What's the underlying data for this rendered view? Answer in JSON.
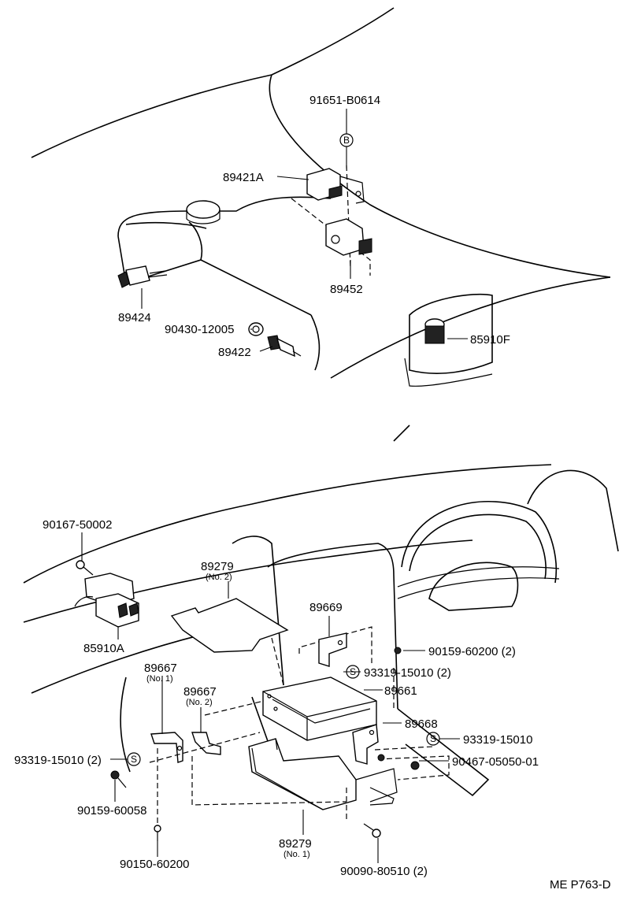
{
  "footer": {
    "ref": "ME P763-D"
  },
  "symbols": {
    "b": "B",
    "s": "S"
  },
  "labels": {
    "p91651_b0614": "91651-B0614",
    "p89421a": "89421A",
    "p89452": "89452",
    "p89424": "89424",
    "p90430_12005": "90430-12005",
    "p89422": "89422",
    "p85910f": "85910F",
    "p90167_50002": "90167-50002",
    "p89279_no2": "89279",
    "no2_a": "(No. 2)",
    "p85910a": "85910A",
    "p89669": "89669",
    "p90159_60200_2": "90159-60200 (2)",
    "p93319_15010_2_right": "93319-15010 (2)",
    "p89661": "89661",
    "p89667_no1": "89667",
    "no1_a": "(No. 1)",
    "p89667_no2": "89667",
    "no2_b": "(No. 2)",
    "p89668": "89668",
    "p93319_15010": "93319-15010",
    "p93319_15010_2_left": "93319-15010 (2)",
    "p90467_05050_01": "90467-05050-01",
    "p90159_60058": "90159-60058",
    "p89279_no1": "89279",
    "no1_b": "(No. 1)",
    "p90150_60200": "90150-60200",
    "p90090_80510_2": "90090-80510 (2)"
  }
}
